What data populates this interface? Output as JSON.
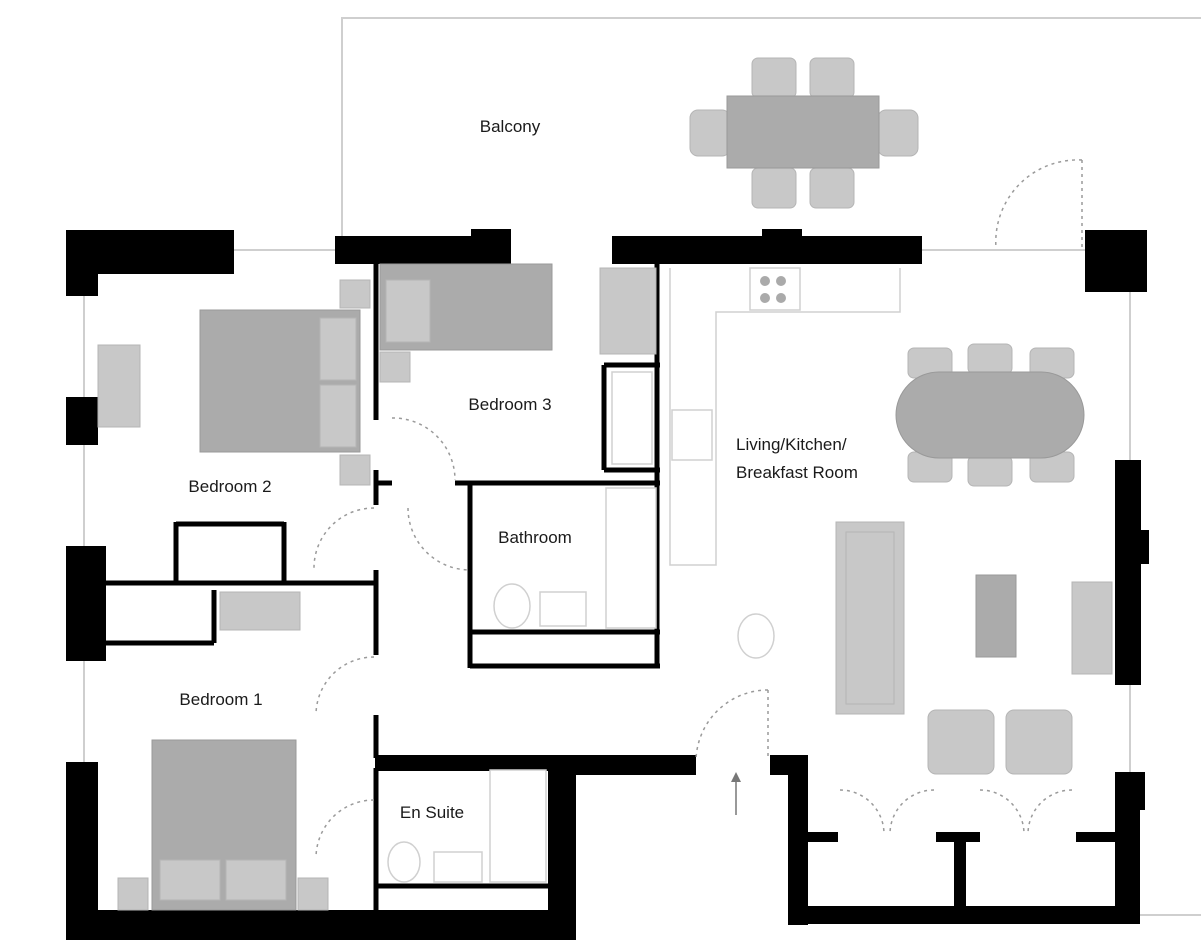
{
  "rooms": {
    "balcony": "Balcony",
    "bedroom_3": "Bedroom 3",
    "bedroom_2": "Bedroom 2",
    "bathroom": "Bathroom",
    "living_line1": "Living/Kitchen/",
    "living_line2": "Breakfast Room",
    "bedroom_1": "Bedroom 1",
    "en_suite": "En Suite"
  }
}
